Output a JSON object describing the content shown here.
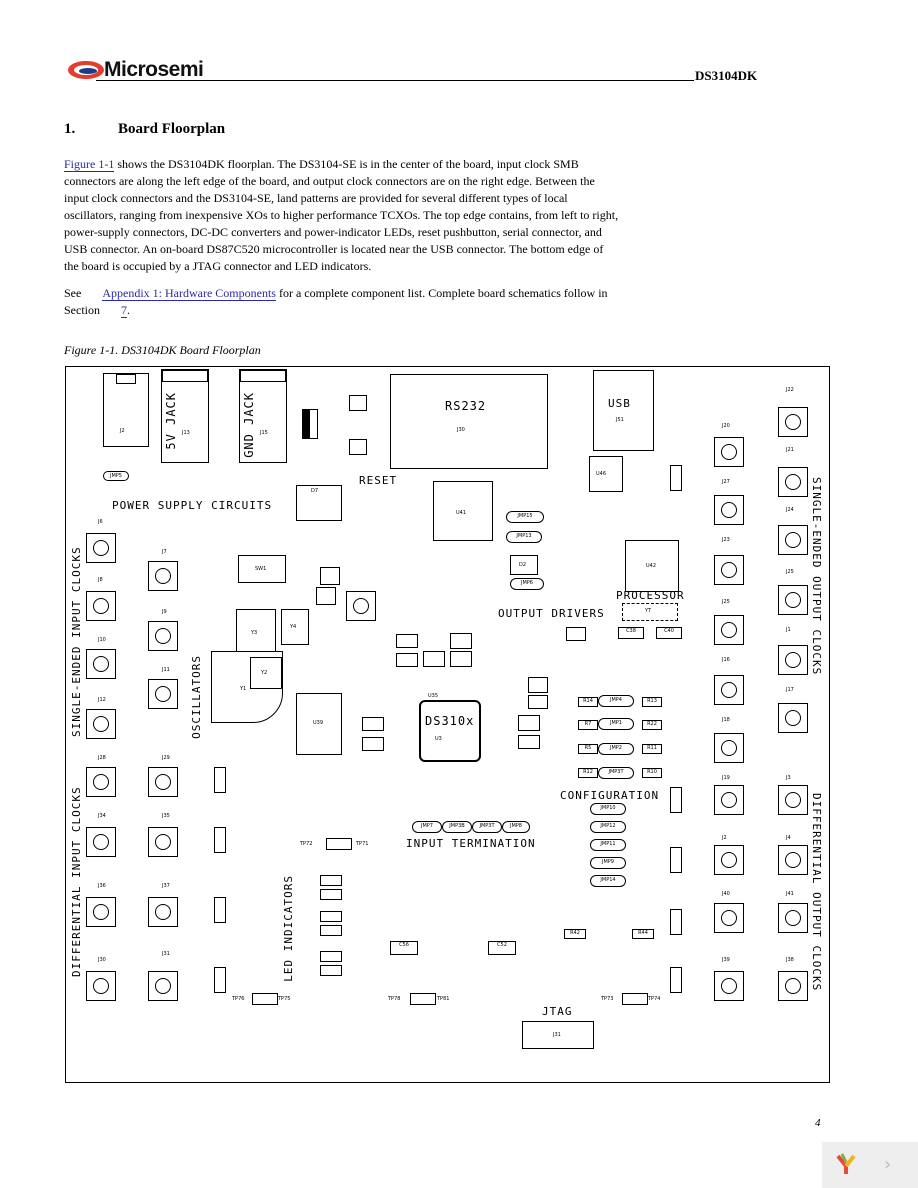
{
  "header": {
    "brand": "Microsemi",
    "doc_id": "DS3104DK"
  },
  "section": {
    "number": "1.",
    "title": "Board Floorplan"
  },
  "para1": {
    "link": "Figure  1-1",
    "l1": " shows the DS3104DK floorplan. The DS3104-SE is in the center of the board, input clock SMB",
    "l2": "connectors are along the left edge of the board, and output clock connectors are on the right edge. Between the",
    "l3": "input clock connectors and the DS3104-SE, land patterns are provided for several different types of local",
    "l4": "oscillators, ranging from inexpensive XOs to higher performance TCXOs. The top edge contains, from left to right,",
    "l5": "power-supply connectors, DC-DC converters and power-indicator LEDs, reset pushbutton, serial connector, and",
    "l6": "USB connector. An on-board DS87C520 microcontroller is located near the USB connector. The bottom edge of",
    "l7": "the board is occupied by a JTAG connector and LED indicators."
  },
  "para2": {
    "see": "See",
    "link": "Appendix 1: Hardware Components",
    "rest": " for a complete component list. Complete board schematics follow in",
    "section_word": "Section",
    "section_link": "7",
    "period": "."
  },
  "figure_caption": "Figure 1-1. DS3104DK Board Floorplan",
  "board": {
    "power_supply": "POWER SUPPLY CIRCUITS",
    "jack5v": "5V JACK",
    "gndjack": "GND JACK",
    "reset": "RESET",
    "rs232": "RS232",
    "usb": "USB",
    "processor": "PROCESSOR",
    "output_drivers": "OUTPUT DRIVERS",
    "oscillators": "OSCILLATORS",
    "configuration": "CONFIGURATION",
    "input_termination": "INPUT TERMINATION",
    "led_indicators": "LED INDICATORS",
    "jtag": "JTAG",
    "chip": "DS310x",
    "se_input": "SINGLE-ENDED INPUT CLOCKS",
    "diff_input": "DIFFERENTIAL INPUT CLOCKS",
    "se_output": "SINGLE-ENDED OUTPUT CLOCKS",
    "diff_output": "DIFFERENTIAL OUTPUT CLOCKS",
    "left_conn": [
      {
        "label": "J6"
      },
      {
        "label": "J7"
      },
      {
        "label": "J8"
      },
      {
        "label": "J9"
      },
      {
        "label": "J10"
      },
      {
        "label": "J11"
      },
      {
        "label": "J12"
      },
      {
        "label": "J28"
      },
      {
        "label": "J29"
      },
      {
        "label": "J34"
      },
      {
        "label": "J35"
      },
      {
        "label": "J36"
      },
      {
        "label": "J37"
      },
      {
        "label": "J30"
      },
      {
        "label": "J31"
      }
    ],
    "right_conn": [
      {
        "label": "J22"
      },
      {
        "label": "J20"
      },
      {
        "label": "J21"
      },
      {
        "label": "J27"
      },
      {
        "label": "J24"
      },
      {
        "label": "J23"
      },
      {
        "label": "J25"
      },
      {
        "label": "J25"
      },
      {
        "label": "J1"
      },
      {
        "label": "J16"
      },
      {
        "label": "J17"
      },
      {
        "label": "J18"
      },
      {
        "label": "J3"
      },
      {
        "label": "J19"
      },
      {
        "label": "J2"
      },
      {
        "label": "J4"
      },
      {
        "label": "J40"
      },
      {
        "label": "J41"
      },
      {
        "label": "J39"
      },
      {
        "label": "J38"
      }
    ],
    "parts": {
      "j2": "J2",
      "j13": "J13",
      "j15": "J15",
      "j30": "J30",
      "j51": "J51",
      "u41": "U41",
      "u42": "U42",
      "u46": "U46",
      "u39": "U39",
      "y2": "Y2",
      "y3": "Y3",
      "y4": "Y4",
      "y1": "Y1",
      "u3": "U3",
      "u35": "U35",
      "jmp5": "JMP5",
      "j31": "J31",
      "jmp7": "JMP7",
      "jmp3b": "JMP3B",
      "jmp3t": "JMP3T",
      "jmp8": "JMP8",
      "jmp10": "JMP10",
      "jmp12": "JMP12",
      "jmp11": "JMP11",
      "jmp9": "JMP9",
      "jmp14": "JMP14",
      "jmp4": "JMP4",
      "jmp1": "JMP1",
      "jmp2": "JMP2",
      "jmp6": "JMP6",
      "jmp13": "JMP13",
      "jmp15": "JMP15",
      "sw1": "SW1",
      "d7": "D7",
      "d2": "D2",
      "c52": "C52",
      "c56": "C56",
      "r42": "R42",
      "r44": "R44",
      "tp72": "TP72",
      "tp71": "TP71",
      "tp76": "TP76",
      "tp75": "TP75",
      "tp78": "TP78",
      "tp81": "TP81",
      "tp73": "TP73",
      "tp74": "TP74",
      "r13": "R13",
      "r14": "R14",
      "r11": "R11",
      "r5": "R5",
      "r12": "R12",
      "r10": "R10",
      "r7": "R7",
      "r22": "R22",
      "c40": "C40",
      "c38": "C38",
      "yt": "YT"
    }
  },
  "page_number": "4"
}
